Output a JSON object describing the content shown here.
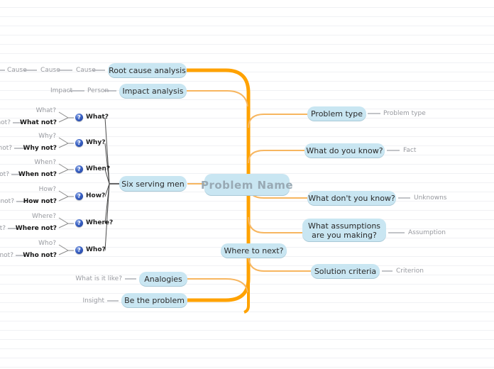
{
  "canvas": {
    "bubble_fill": "#c9e6f2",
    "trunk_color": "#ffa200",
    "branch_color": "#f7b660",
    "grid_line_color": "#f0f1f4",
    "question_icon_glyph": "?"
  },
  "center": {
    "label": "Problem Name"
  },
  "branches": {
    "root_cause": {
      "label": "Root cause analysis",
      "chain": [
        "Cause",
        "Cause",
        "Cause"
      ]
    },
    "impact": {
      "label": "Impact analysis",
      "mid": "Person",
      "end": "Impact"
    },
    "six_men": {
      "label": "Six serving men",
      "rows": [
        {
          "question": "What?",
          "alt": "What?",
          "not_label": "What not?",
          "cut": "not?"
        },
        {
          "question": "Why?",
          "alt": "Why?",
          "not_label": "Why not?",
          "cut": "y not?"
        },
        {
          "question": "When?",
          "alt": "When?",
          "not_label": "When not?",
          "cut": "not?"
        },
        {
          "question": "How?",
          "alt": "How?",
          "not_label": "How not?",
          "cut": "w not?"
        },
        {
          "question": "Where?",
          "alt": "Where?",
          "not_label": "Where not?",
          "cut": "t?"
        },
        {
          "question": "Who?",
          "alt": "Who?",
          "not_label": "Who not?",
          "cut": "o not?"
        }
      ]
    },
    "analogies": {
      "label": "Analogies",
      "end": "What is it like?"
    },
    "be_problem": {
      "label": "Be the problem",
      "end": "Insight"
    },
    "problem_type": {
      "label": "Problem type",
      "end": "Problem type"
    },
    "know": {
      "label": "What do you know?",
      "end": "Fact"
    },
    "dont_know": {
      "label": "What don't you know?",
      "end": "Unknowns"
    },
    "assumptions": {
      "line1": "What assumptions",
      "line2": "are you making?",
      "end": "Assumption"
    },
    "where_next": {
      "label": "Where to next?"
    },
    "criteria": {
      "label": "Solution criteria",
      "end": "Criterion"
    }
  }
}
